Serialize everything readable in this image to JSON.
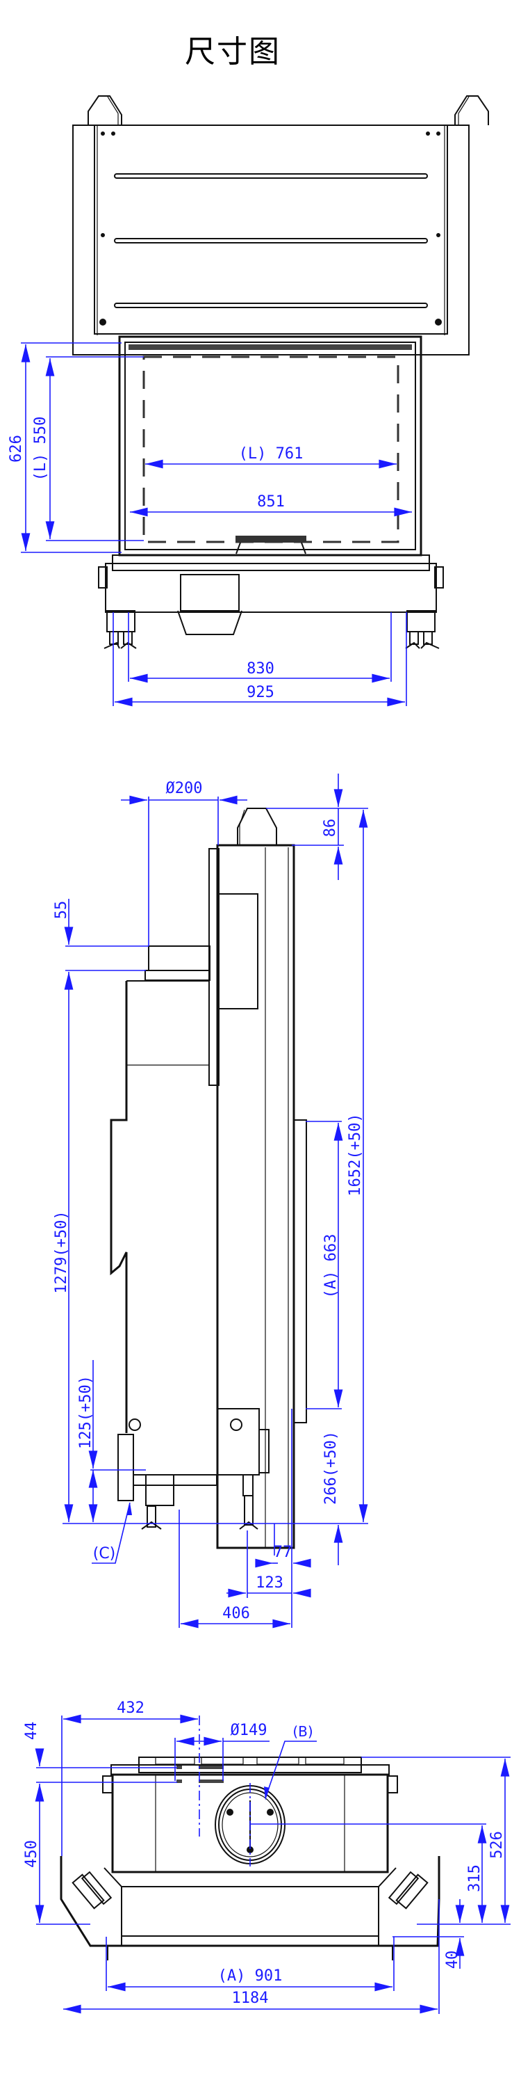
{
  "title": "尺寸图",
  "colors": {
    "dimension": "#1a1aff",
    "drawing": "#111111",
    "background": "#ffffff"
  },
  "front_view": {
    "dimensions": {
      "opening_height": "626",
      "visible_height": "(L) 550",
      "visible_width": "(L) 761",
      "opening_width": "851",
      "feet_inner": "830",
      "feet_outer": "925"
    }
  },
  "side_view": {
    "dimensions": {
      "flue_diameter": "Ø200",
      "top_bracket": "86",
      "flue_collar": "55",
      "total_height": "1652(+50)",
      "flue_height": "1279(+50)",
      "glass_height": "(A) 663",
      "base_to_glass": "266(+50)",
      "air_inlet_height": "125(+50)",
      "air_inlet_label": "(C)",
      "depth_front": "77",
      "depth_feet": "123",
      "depth_total": "406"
    }
  },
  "top_view": {
    "dimensions": {
      "flue_offset": "432",
      "small_diameter": "Ø149",
      "outlet_label": "(B)",
      "top_offset": "44",
      "left_depth": "450",
      "right_depth": "526",
      "center_depth": "315",
      "bottom_offset": "40",
      "glass_width": "(A) 901",
      "total_width": "1184"
    }
  }
}
